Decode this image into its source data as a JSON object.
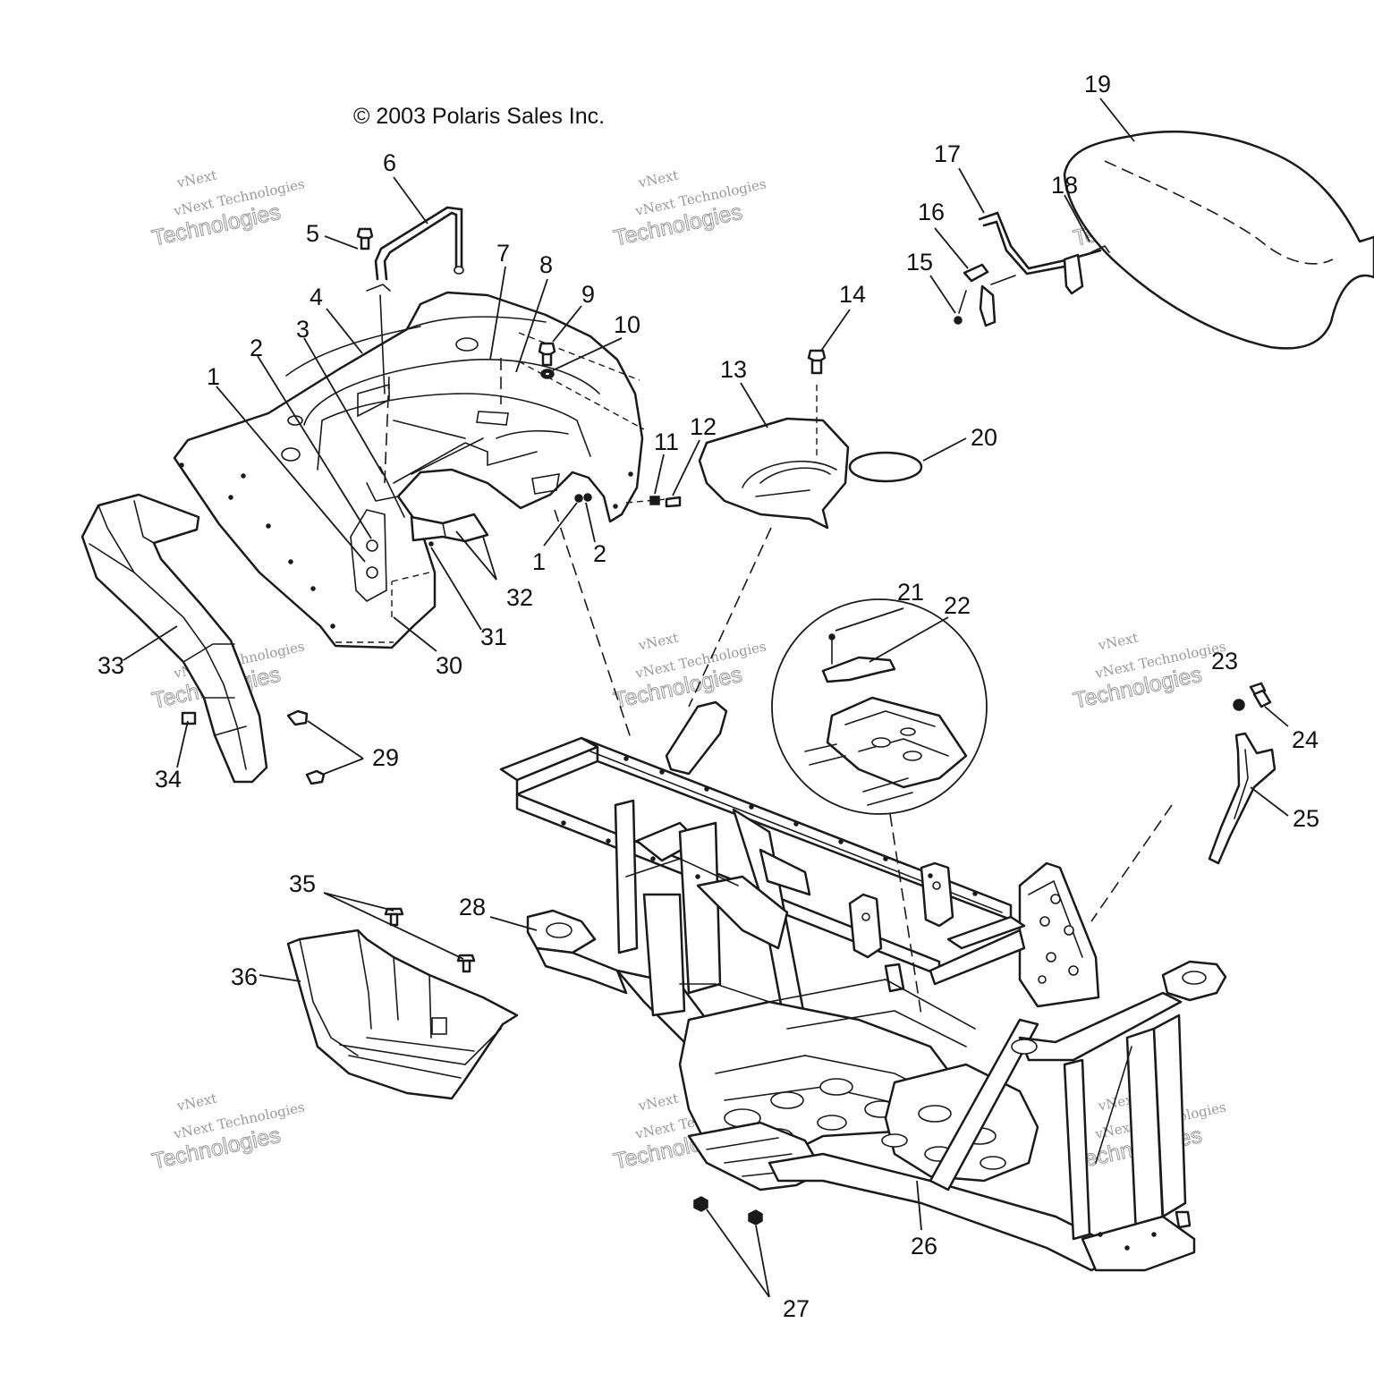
{
  "copyright": "© 2003 Polaris Sales Inc.",
  "watermark": {
    "line_small": "vNext Technologies",
    "line_top": "vNext",
    "line_big": "Technologies"
  },
  "callouts": {
    "c1a": "1",
    "c1b": "1",
    "c2a": "2",
    "c2b": "2",
    "c3": "3",
    "c4": "4",
    "c5": "5",
    "c6": "6",
    "c7": "7",
    "c8": "8",
    "c9": "9",
    "c10": "10",
    "c11": "11",
    "c12": "12",
    "c13": "13",
    "c14": "14",
    "c15": "15",
    "c16": "16",
    "c17": "17",
    "c18": "18",
    "c19": "19",
    "c20": "20",
    "c21": "21",
    "c22": "22",
    "c23": "23",
    "c24": "24",
    "c25": "25",
    "c26": "26",
    "c27": "27",
    "c28": "28",
    "c29": "29",
    "c30": "30",
    "c31": "31",
    "c32": "32",
    "c33": "33",
    "c34": "34",
    "c35": "35",
    "c36": "36"
  },
  "colors": {
    "line": "#1a1a1a",
    "watermark": "#9a9a9a",
    "background": "#ffffff"
  }
}
